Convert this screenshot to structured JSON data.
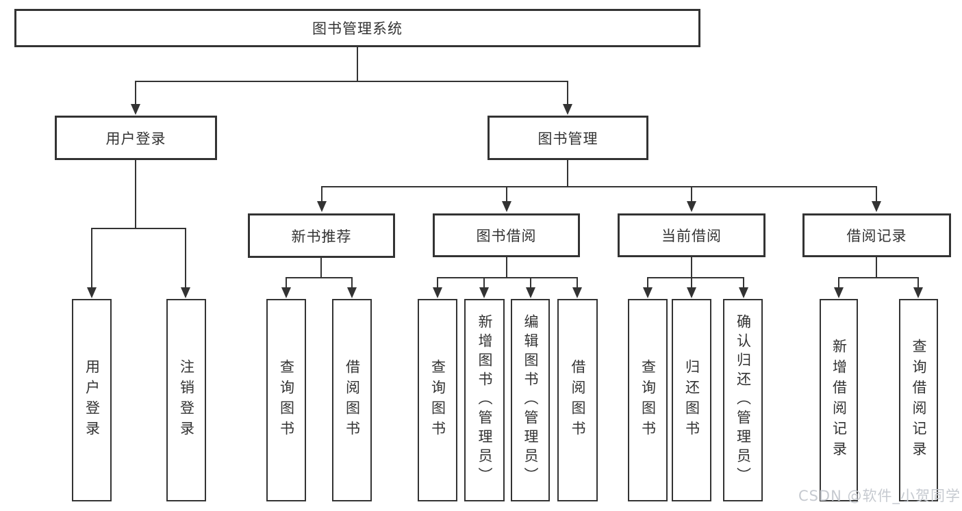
{
  "tree": {
    "label": "图书管理系统",
    "children": [
      {
        "label": "用户登录",
        "children": [
          {
            "label": "用户登录"
          },
          {
            "label": "注销登录"
          }
        ]
      },
      {
        "label": "图书管理",
        "children": [
          {
            "label": "新书推荐",
            "children": [
              {
                "label": "查询图书"
              },
              {
                "label": "借阅图书"
              }
            ]
          },
          {
            "label": "图书借阅",
            "children": [
              {
                "label": "查询图书"
              },
              {
                "label": "新增图书（管理员）"
              },
              {
                "label": "编辑图书（管理员）"
              },
              {
                "label": "借阅图书"
              }
            ]
          },
          {
            "label": "当前借阅",
            "children": [
              {
                "label": "查询图书"
              },
              {
                "label": "归还图书"
              },
              {
                "label": "确认归还（管理员）"
              }
            ]
          },
          {
            "label": "借阅记录",
            "children": [
              {
                "label": "新增借阅记录"
              },
              {
                "label": "查询借阅记录"
              }
            ]
          }
        ]
      }
    ]
  },
  "watermark": {
    "text": "CSDN @软件_小贺同学"
  },
  "colors": {
    "line": "#333333",
    "box_border": "#333333",
    "text": "#333333",
    "background": "#ffffff",
    "watermark": "#c6cad0"
  }
}
